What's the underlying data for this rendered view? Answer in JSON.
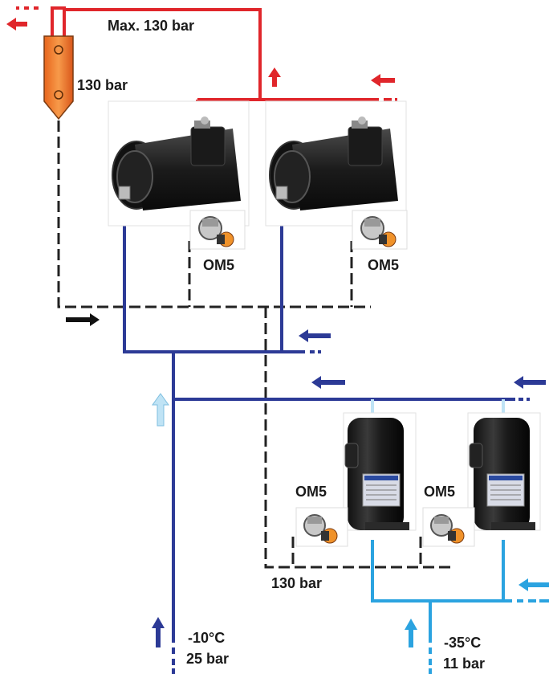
{
  "labels": {
    "max_pressure": "Max. 130 bar",
    "separator_pressure": "130 bar",
    "oil_return_pressure": "130 bar",
    "om5_top_left": "OM5",
    "om5_top_right": "OM5",
    "om5_bottom_left": "OM5",
    "om5_bottom_right": "OM5",
    "mt_temperature": "-10°C",
    "mt_pressure": "25 bar",
    "lt_temperature": "-35°C",
    "lt_pressure": "11 bar"
  },
  "colors": {
    "discharge": "#e0262b",
    "suction_mt": "#2c3a96",
    "suction_lt": "#2ba3e0",
    "oil_line": "#222222",
    "separator": "#f07a2c",
    "flow_up": "#bfe3f5"
  },
  "icons": {
    "oil_separator": "oil-separator-icon",
    "semi_hermetic_compressor": "reciprocating-compressor-icon",
    "scroll_compressor": "scroll-compressor-icon",
    "oil_level_regulator": "om5-oil-level-regulator-icon"
  }
}
